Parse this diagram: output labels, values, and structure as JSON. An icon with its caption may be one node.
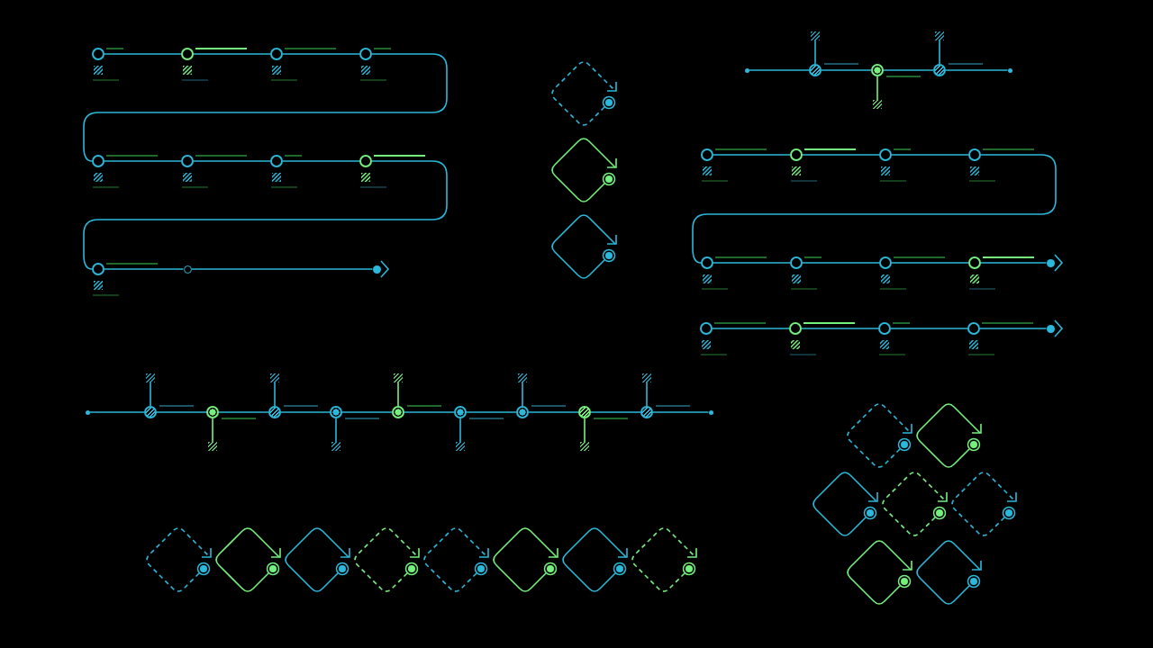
{
  "diagram": {
    "nodes": [
      {
        "text": [],
        "shape": "circle"
      },
      {
        "text": [],
        "shape": "circle"
      },
      {
        "text": [],
        "shape": "circle"
      },
      {
        "text": [],
        "shape": "circle"
      },
      {
        "text": [],
        "shape": "circle"
      },
      {
        "text": [],
        "shape": "circle"
      },
      {
        "text": [],
        "shape": "circle"
      },
      {
        "text": [],
        "shape": "circle"
      },
      {
        "text": [],
        "shape": "circle"
      },
      {
        "text": [],
        "shape": "circle"
      },
      {
        "text": [],
        "shape": "circle"
      },
      {
        "text": [],
        "shape": "loop"
      },
      {
        "text": [],
        "shape": "loop"
      },
      {
        "text": [],
        "shape": "loop"
      },
      {
        "text": [],
        "shape": "circle"
      },
      {
        "text": [],
        "shape": "circle"
      },
      {
        "text": [],
        "shape": "circle"
      },
      {
        "text": [],
        "shape": "circle"
      },
      {
        "text": [],
        "shape": "circle"
      },
      {
        "text": [],
        "shape": "box"
      },
      {
        "text": [],
        "shape": "box"
      },
      {
        "text": [],
        "shape": "box"
      },
      {
        "text": [],
        "shape": "circle"
      },
      {
        "text": [],
        "shape": "circle"
      },
      {
        "text": [],
        "shape": "circle"
      },
      {
        "text": [],
        "shape": "circle"
      },
      {
        "text": [],
        "shape": "circle"
      },
      {
        "text": [],
        "shape": "circle"
      },
      {
        "text": [],
        "shape": "circle"
      },
      {
        "text": [],
        "shape": "circle"
      },
      {
        "text": [],
        "shape": "circle"
      },
      {
        "text": [],
        "shape": "circle"
      },
      {
        "text": [],
        "shape": "circle"
      },
      {
        "text": [],
        "shape": "circle"
      },
      {
        "text": [],
        "shape": "circle"
      },
      {
        "text": [],
        "shape": "circle"
      },
      {
        "text": [],
        "shape": "circle"
      },
      {
        "text": [],
        "shape": "circle"
      },
      {
        "text": [],
        "shape": "circle"
      },
      {
        "text": [],
        "shape": "circle"
      },
      {
        "text": [],
        "shape": "circle"
      },
      {
        "text": [],
        "shape": "circle"
      },
      {
        "text": [],
        "shape": "circle"
      },
      {
        "text": [],
        "shape": "circle"
      },
      {
        "text": [],
        "shape": "circle"
      },
      {
        "text": [],
        "shape": "circle"
      },
      {
        "text": [],
        "shape": "circle"
      },
      {
        "text": [],
        "shape": "box"
      },
      {
        "text": [],
        "shape": "box"
      },
      {
        "text": [],
        "shape": "box"
      },
      {
        "text": [],
        "shape": "box"
      },
      {
        "text": [],
        "shape": "box"
      },
      {
        "text": [],
        "shape": "box"
      },
      {
        "text": [],
        "shape": "box"
      },
      {
        "text": [],
        "shape": "box"
      },
      {
        "text": [],
        "shape": "box"
      },
      {
        "text": [],
        "shape": "loop"
      },
      {
        "text": [],
        "shape": "loop"
      },
      {
        "text": [],
        "shape": "loop"
      },
      {
        "text": [],
        "shape": "loop"
      },
      {
        "text": [],
        "shape": "loop"
      },
      {
        "text": [],
        "shape": "loop"
      },
      {
        "text": [],
        "shape": "loop"
      },
      {
        "text": [],
        "shape": "loop"
      },
      {
        "text": [],
        "shape": "loop"
      },
      {
        "text": [],
        "shape": "loop"
      },
      {
        "text": [],
        "shape": "loop"
      },
      {
        "text": [],
        "shape": "loop"
      },
      {
        "text": [],
        "shape": "loop"
      },
      {
        "text": [],
        "shape": "loop"
      },
      {
        "text": [],
        "shape": "loop"
      }
    ],
    "edges": [
      {
        "from": 0,
        "to": 1,
        "arrow": "none"
      },
      {
        "from": 1,
        "to": 2,
        "arrow": "none"
      },
      {
        "from": 2,
        "to": 3,
        "arrow": "none"
      },
      {
        "from": 3,
        "to": 4,
        "arrow": "none"
      },
      {
        "from": 4,
        "to": 5,
        "arrow": "none"
      },
      {
        "from": 5,
        "to": 6,
        "arrow": "none"
      },
      {
        "from": 6,
        "to": 7,
        "arrow": "none"
      },
      {
        "from": 7,
        "to": 8,
        "arrow": "none"
      },
      {
        "from": 8,
        "to": 9,
        "arrow": "none"
      },
      {
        "from": 9,
        "to": 10,
        "arrow": "none"
      },
      {
        "from": 14,
        "to": 15,
        "arrow": "none"
      },
      {
        "from": 15,
        "to": 16,
        "arrow": "none"
      },
      {
        "from": 16,
        "to": 17,
        "arrow": "none"
      },
      {
        "from": 17,
        "to": 18,
        "arrow": "none"
      },
      {
        "from": 15,
        "to": 19,
        "arrow": "none"
      },
      {
        "from": 16,
        "to": 20,
        "arrow": "none",
        "color": "#74f07c"
      },
      {
        "from": 17,
        "to": 21,
        "arrow": "none"
      },
      {
        "from": 22,
        "to": 23,
        "arrow": "none"
      },
      {
        "from": 23,
        "to": 24,
        "arrow": "none"
      },
      {
        "from": 24,
        "to": 25,
        "arrow": "none"
      },
      {
        "from": 25,
        "to": 26,
        "arrow": "none"
      },
      {
        "from": 26,
        "to": 27,
        "arrow": "none"
      },
      {
        "from": 27,
        "to": 28,
        "arrow": "none"
      },
      {
        "from": 28,
        "to": 29,
        "arrow": "none"
      },
      {
        "from": 29,
        "to": 30,
        "arrow": "none"
      },
      {
        "from": 31,
        "to": 32,
        "arrow": "none"
      },
      {
        "from": 32,
        "to": 33,
        "arrow": "none"
      },
      {
        "from": 33,
        "to": 34,
        "arrow": "none"
      },
      {
        "from": 34,
        "to": 35,
        "arrow": "none"
      },
      {
        "from": 36,
        "to": 37,
        "arrow": "none"
      },
      {
        "from": 37,
        "to": 38,
        "arrow": "none"
      },
      {
        "from": 38,
        "to": 39,
        "arrow": "none"
      },
      {
        "from": 39,
        "to": 40,
        "arrow": "none"
      },
      {
        "from": 40,
        "to": 41,
        "arrow": "none"
      },
      {
        "from": 41,
        "to": 42,
        "arrow": "none"
      },
      {
        "from": 42,
        "to": 43,
        "arrow": "none"
      },
      {
        "from": 43,
        "to": 44,
        "arrow": "none"
      },
      {
        "from": 44,
        "to": 45,
        "arrow": "none"
      },
      {
        "from": 45,
        "to": 46,
        "arrow": "none"
      },
      {
        "from": 37,
        "to": 47,
        "arrow": "none"
      },
      {
        "from": 38,
        "to": 48,
        "arrow": "none",
        "color": "#74f07c"
      },
      {
        "from": 39,
        "to": 49,
        "arrow": "none"
      },
      {
        "from": 40,
        "to": 50,
        "arrow": "none"
      },
      {
        "from": 41,
        "to": 51,
        "arrow": "none",
        "color": "#74f07c"
      },
      {
        "from": 42,
        "to": 52,
        "arrow": "none"
      },
      {
        "from": 43,
        "to": 53,
        "arrow": "none"
      },
      {
        "from": 44,
        "to": 54,
        "arrow": "none",
        "color": "#74f07c"
      },
      {
        "from": 45,
        "to": 55,
        "arrow": "none"
      }
    ]
  }
}
